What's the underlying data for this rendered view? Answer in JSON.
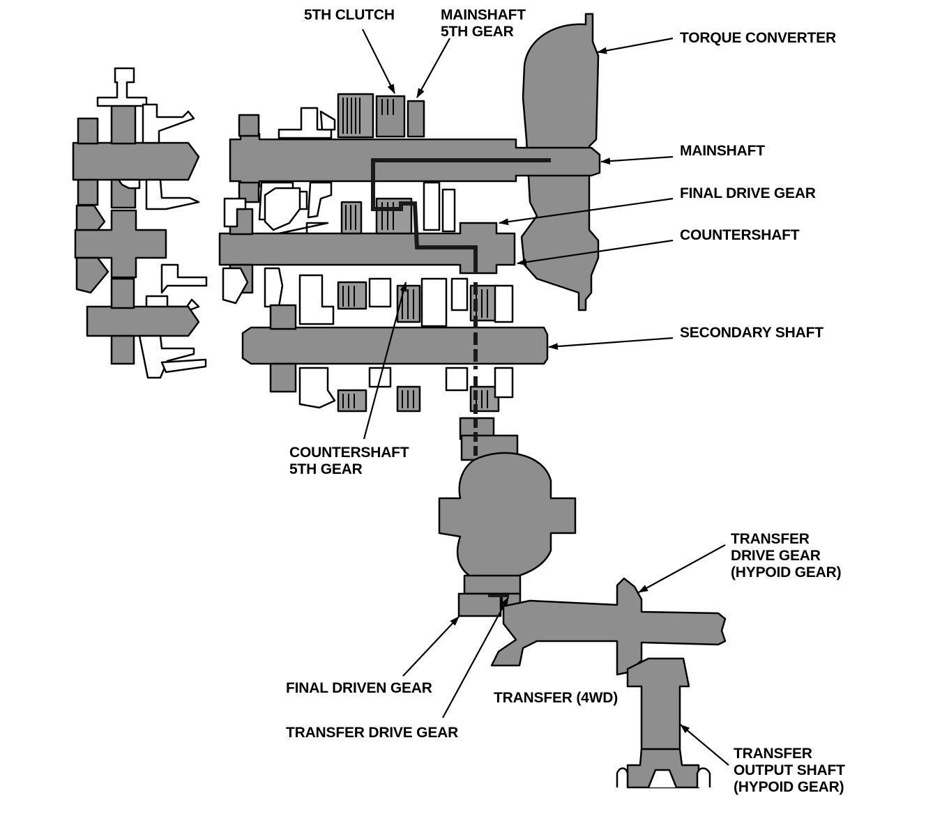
{
  "labels": {
    "fifth_clutch": "5TH CLUTCH",
    "mainshaft_fifth_gear": "MAINSHAFT\n5TH GEAR",
    "torque_converter": "TORQUE CONVERTER",
    "mainshaft": "MAINSHAFT",
    "final_drive_gear": "FINAL DRIVE GEAR",
    "countershaft": "COUNTERSHAFT",
    "secondary_shaft": "SECONDARY SHAFT",
    "countershaft_fifth_gear": "COUNTERSHAFT\n5TH GEAR",
    "transfer_drive_gear_hypoid": "TRANSFER\nDRIVE GEAR\n(HYPOID GEAR)",
    "final_driven_gear": "FINAL DRIVEN GEAR",
    "transfer_4wd": "TRANSFER (4WD)",
    "transfer_drive_gear": "TRANSFER DRIVE GEAR",
    "transfer_output_shaft": "TRANSFER\nOUTPUT SHAFT\n(HYPOID GEAR)"
  },
  "colors": {
    "part_fill": "#8e8e8e",
    "outline": "#000000",
    "power_flow": "#1a1a1a"
  }
}
